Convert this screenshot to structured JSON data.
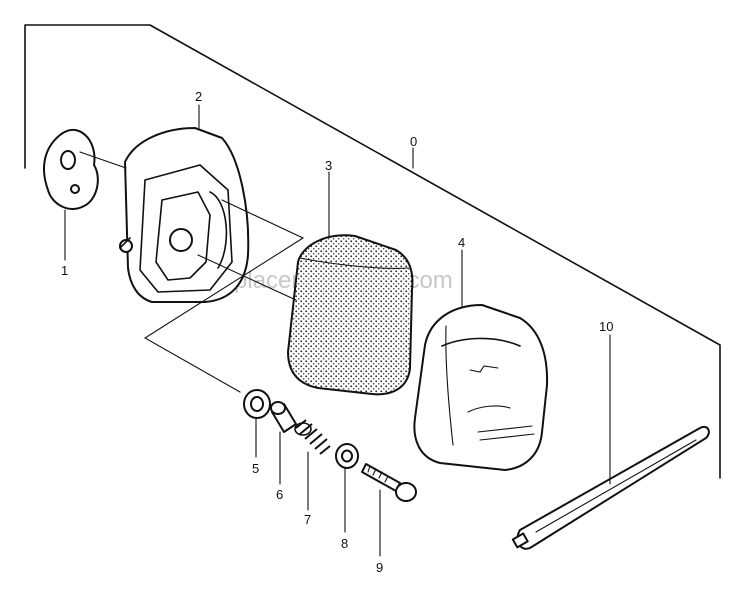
{
  "watermark": "eReplacementParts.com",
  "labels": {
    "p0": "0",
    "p1": "1",
    "p2": "2",
    "p3": "3",
    "p4": "4",
    "p5": "5",
    "p6": "6",
    "p7": "7",
    "p8": "8",
    "p9": "9",
    "p10": "10"
  },
  "colors": {
    "line": "#111111",
    "watermark": "#c8c8c8",
    "shade": "#d4d4d4"
  }
}
